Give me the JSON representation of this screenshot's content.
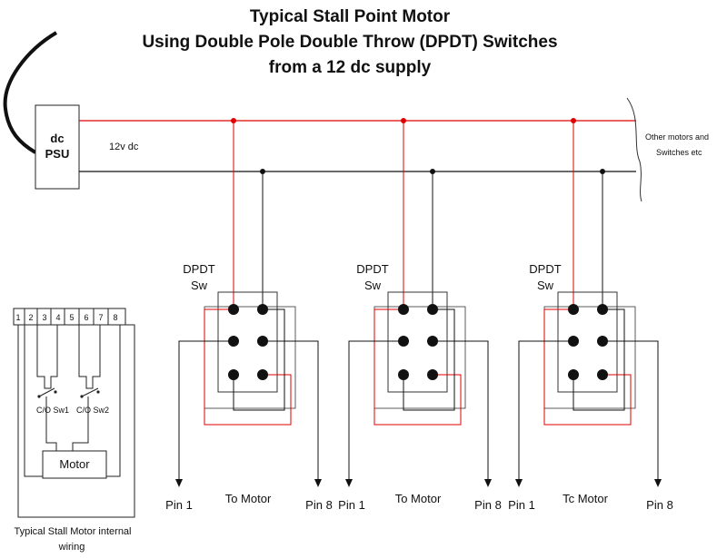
{
  "title_lines": [
    "Typical Stall Point Motor",
    "Using Double Pole Double Throw (DPDT) Switches",
    "from a 12 dc supply"
  ],
  "psu": {
    "line1": "dc",
    "line2": "PSU",
    "voltage": "12v dc"
  },
  "bus_note": {
    "line1": "Other motors and",
    "line2": "Switches etc"
  },
  "switches": [
    {
      "label1": "DPDT",
      "label2": "Sw",
      "pin_left": "Pin 1",
      "to_motor": "To Motor",
      "pin_right": "Pin 8"
    },
    {
      "label1": "DPDT",
      "label2": "Sw",
      "pin_left": "Pin 1",
      "to_motor": "To Motor",
      "pin_right": "Pin 8"
    },
    {
      "label1": "DPDT",
      "label2": "Sw",
      "pin_left": "Pin 1",
      "to_motor": "Tc Motor",
      "pin_right": "Pin 8"
    }
  ],
  "internal": {
    "pins": [
      "1",
      "2",
      "3",
      "4",
      "5",
      "6",
      "7",
      "8"
    ],
    "sw1": "C/O Sw1",
    "sw2": "C/O Sw2",
    "motor": "Motor",
    "caption1": "Typical Stall Motor internal",
    "caption2": "wiring"
  },
  "colors": {
    "positive": "#e00000",
    "negative": "#111111",
    "box": "#333333"
  }
}
